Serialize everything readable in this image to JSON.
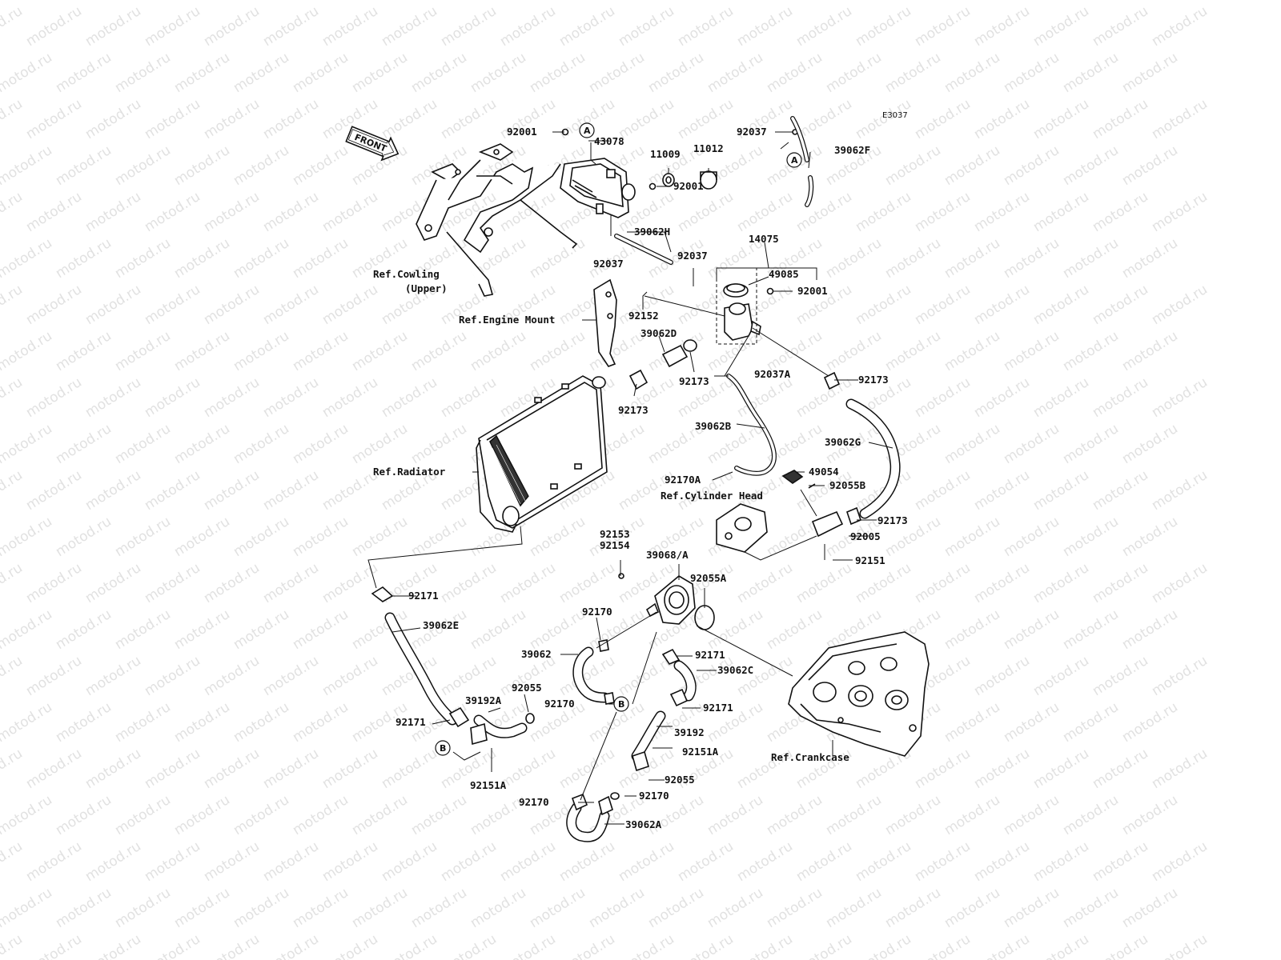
{
  "watermark": {
    "text": "motod.ru"
  },
  "diagram_code": "E3037",
  "front_arrow": {
    "text": "FRONT"
  },
  "part_labels": [
    "92001",
    "43078",
    "11009",
    "11012",
    "92037",
    "39062F",
    "92001",
    "39062H",
    "92037",
    "92037",
    "14075",
    "49085",
    "92001",
    "92152",
    "39062D",
    "92173",
    "92037A",
    "92173",
    "92173",
    "39062B",
    "39062G",
    "92170A",
    "49054",
    "92055B",
    "92173",
    "92005",
    "92151",
    "92153",
    "92154",
    "39068/A",
    "92055A",
    "92171",
    "39062E",
    "92170",
    "39062",
    "92171",
    "39062C",
    "92055",
    "39192A",
    "92170",
    "92171",
    "92171",
    "39192",
    "92151A",
    "92055",
    "92170",
    "92151A",
    "92170",
    "39062A"
  ],
  "ref_labels": [
    "Ref.Cowling",
    "(Upper)",
    "Ref.Engine Mount",
    "Ref.Radiator",
    "Ref.Cylinder Head",
    "Ref.Crankcase"
  ],
  "callouts": [
    "A",
    "A",
    "B",
    "B"
  ]
}
